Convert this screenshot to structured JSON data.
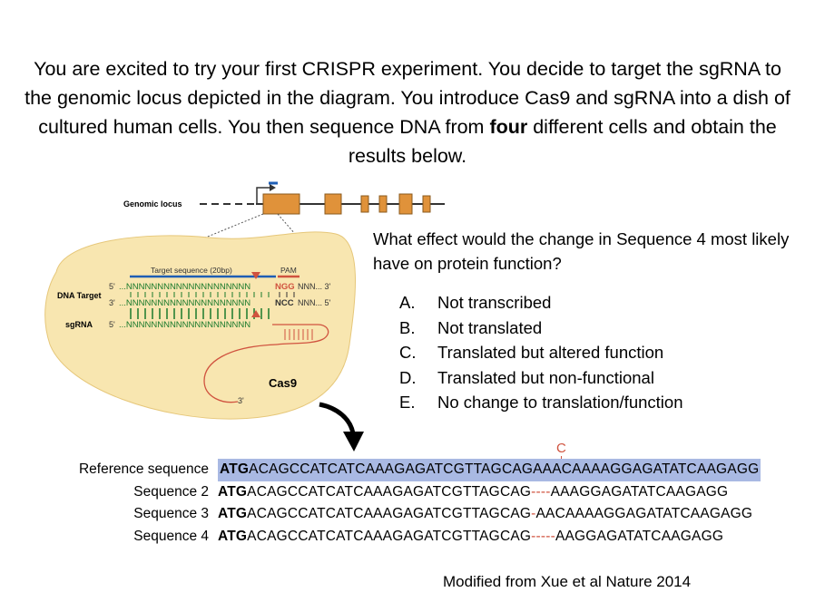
{
  "intro": {
    "part1": "You are excited to try your first CRISPR experiment. You decide to target the sgRNA to the genomic locus depicted in the diagram. You introduce Cas9 and sgRNA into a dish of cultured human cells. You then sequence DNA from ",
    "bold": "four",
    "part2": " different cells and obtain the results below."
  },
  "diagram": {
    "genomic_locus_label": "Genomic locus",
    "target_sequence_label": "Target sequence (20bp)",
    "pam_label": "PAM",
    "dna_target_label": "DNA Target",
    "sgrna_label": "sgRNA",
    "cas9_label": "Cas9",
    "strand_top": {
      "prime5": "5'",
      "seq": "...NNNNNNNNNNNNNNNNNNNN",
      "pam": "NGG",
      "tail": "NNN... 3'"
    },
    "strand_bottom": {
      "prime3": "3'",
      "seq": "...NNNNNNNNNNNNNNNNNNNN",
      "pam": "NCC",
      "tail": "NNN... 5'"
    },
    "sgrna_strand": {
      "prime5": "5'",
      "seq": "...NNNNNNNNNNNNNNNNNNNN"
    },
    "sgrna_end": "3'",
    "colors": {
      "exon": "#e0923a",
      "cas9_body": "#f8e6b0",
      "pam": "#d0533f",
      "target_line": "#1e5eb5",
      "scissors": "#d0533f"
    }
  },
  "question": {
    "text": "What effect would the change in Sequence 4 most likely have on protein function?",
    "options": [
      {
        "letter": "A.",
        "text": "Not transcribed"
      },
      {
        "letter": "B.",
        "text": "Not translated"
      },
      {
        "letter": "C.",
        "text": "Translated but altered function"
      },
      {
        "letter": "D.",
        "text": "Translated but non-functional"
      },
      {
        "letter": "E.",
        "text": "No change to translation/function"
      }
    ]
  },
  "sequences": {
    "mutation_letter": "C",
    "rows": [
      {
        "label": "Reference sequence",
        "start": "ATG",
        "left": "ACAGCCATCATCAAAGAGATCGTTAGCAGAAACAAAAGGAGATATCAAGAGG",
        "gap": "",
        "right": ""
      },
      {
        "label": "Sequence 2",
        "start": "ATG",
        "left": "ACAGCCATCATCAAAGAGATCGTTAGCAG",
        "gap": "----",
        "right": "AAAGGAGATATCAAGAGG"
      },
      {
        "label": "Sequence 3",
        "start": "ATG",
        "left": "ACAGCCATCATCAAAGAGATCGTTAGCAG",
        "gap": "-",
        "right": "AACAAAAGGAGATATCAAGAGG"
      },
      {
        "label": "Sequence 4",
        "start": "ATG",
        "left": "ACAGCCATCATCAAAGAGATCGTTAGCAG",
        "gap": "-----",
        "right": "AAGGAGATATCAAGAGG"
      }
    ]
  },
  "credit": "Modified from Xue et al Nature 2014"
}
